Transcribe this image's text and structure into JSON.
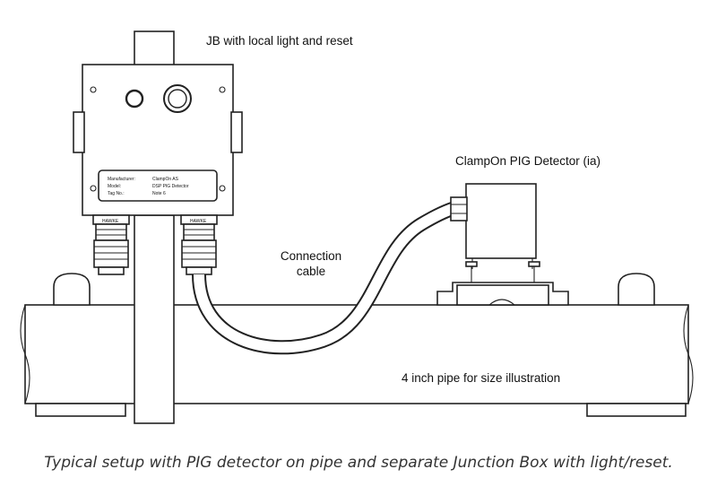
{
  "labels": {
    "jb_title": "JB with local light and reset",
    "detector_title": "ClampOn PIG Detector (ia)",
    "cable_line1": "Connection",
    "cable_line2": "cable",
    "pipe_label": "4 inch pipe for size illustration"
  },
  "nameplate": {
    "manufacturer_key": "Manufacturer:",
    "manufacturer_val": "ClampOn AS",
    "model_key": "Model:",
    "model_val": "DSP PIG Detector",
    "tag_key": "Tag No.:",
    "tag_val": "Note 6"
  },
  "gland_labels": [
    "HAWKE",
    "HAWKE"
  ],
  "caption": "Typical setup with PIG detector on pipe and separate Junction Box with light/reset."
}
